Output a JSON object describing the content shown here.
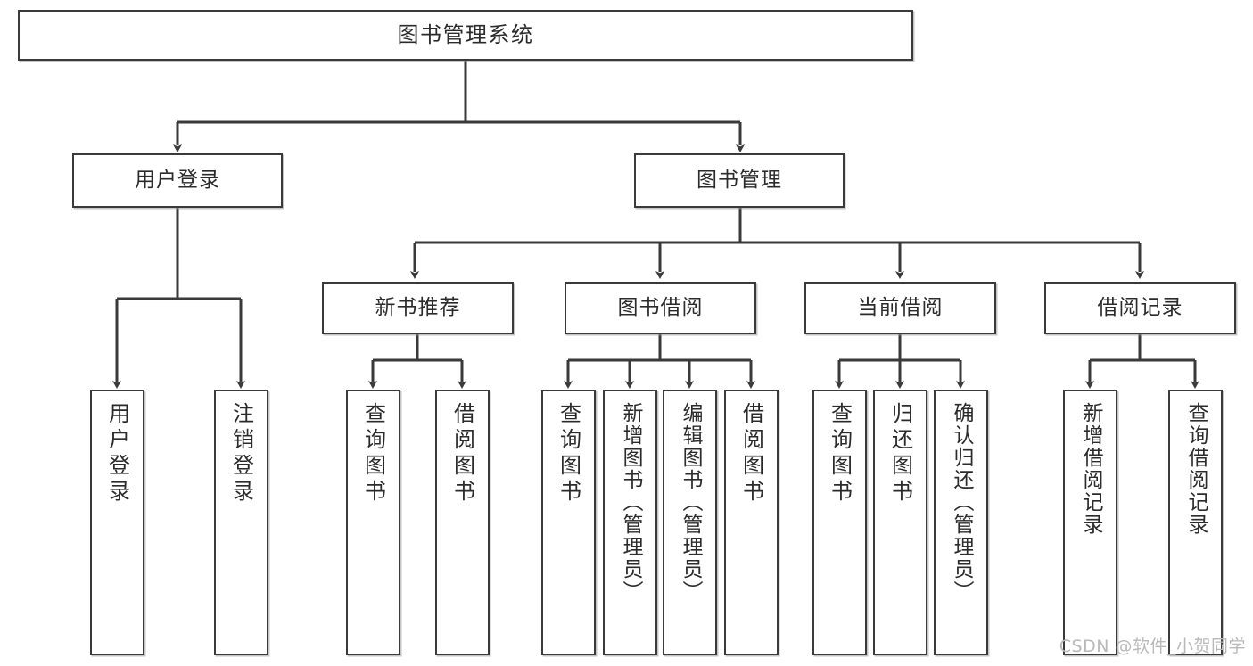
{
  "diagram": {
    "type": "tree-hierarchy",
    "title": "图书管理系统",
    "root": {
      "id": "root",
      "label": "图书管理系统"
    },
    "level1": [
      {
        "id": "user-login",
        "label": "用户登录"
      },
      {
        "id": "book-manage",
        "label": "图书管理"
      }
    ],
    "level2": [
      {
        "id": "new-book-recommend",
        "label": "新书推荐",
        "parent": "book-manage"
      },
      {
        "id": "book-borrow",
        "label": "图书借阅",
        "parent": "book-manage"
      },
      {
        "id": "current-borrow",
        "label": "当前借阅",
        "parent": "book-manage"
      },
      {
        "id": "borrow-record",
        "label": "借阅记录",
        "parent": "book-manage"
      }
    ],
    "leaves": [
      {
        "id": "leaf-user-login",
        "label": "用户登录",
        "parent": "user-login"
      },
      {
        "id": "leaf-logout-login",
        "label": "注销登录",
        "parent": "user-login"
      },
      {
        "id": "leaf-query-book-1",
        "label": "查询图书",
        "parent": "new-book-recommend"
      },
      {
        "id": "leaf-borrow-book-1",
        "label": "借阅图书",
        "parent": "new-book-recommend"
      },
      {
        "id": "leaf-query-book-2",
        "label": "查询图书",
        "parent": "book-borrow"
      },
      {
        "id": "leaf-add-book",
        "label": "新增图书（管理员）",
        "parent": "book-borrow"
      },
      {
        "id": "leaf-edit-book",
        "label": "编辑图书（管理员）",
        "parent": "book-borrow"
      },
      {
        "id": "leaf-borrow-book-2",
        "label": "借阅图书",
        "parent": "book-borrow"
      },
      {
        "id": "leaf-query-book-3",
        "label": "查询图书",
        "parent": "current-borrow"
      },
      {
        "id": "leaf-return-book",
        "label": "归还图书",
        "parent": "current-borrow"
      },
      {
        "id": "leaf-confirm-return",
        "label": "确认归还（管理员）",
        "parent": "current-borrow"
      },
      {
        "id": "leaf-add-record",
        "label": "新增借阅记录",
        "parent": "borrow-record"
      },
      {
        "id": "leaf-query-record",
        "label": "查询借阅记录",
        "parent": "borrow-record"
      }
    ],
    "colors": {
      "box_border": "#3a3a3a",
      "box_fill": "#ffffff",
      "edge": "#3a3a3a",
      "text": "#2b2b2b",
      "watermark": "#b9b9b9"
    }
  },
  "watermark": {
    "text": "CSDN @软件_小贺同学"
  }
}
